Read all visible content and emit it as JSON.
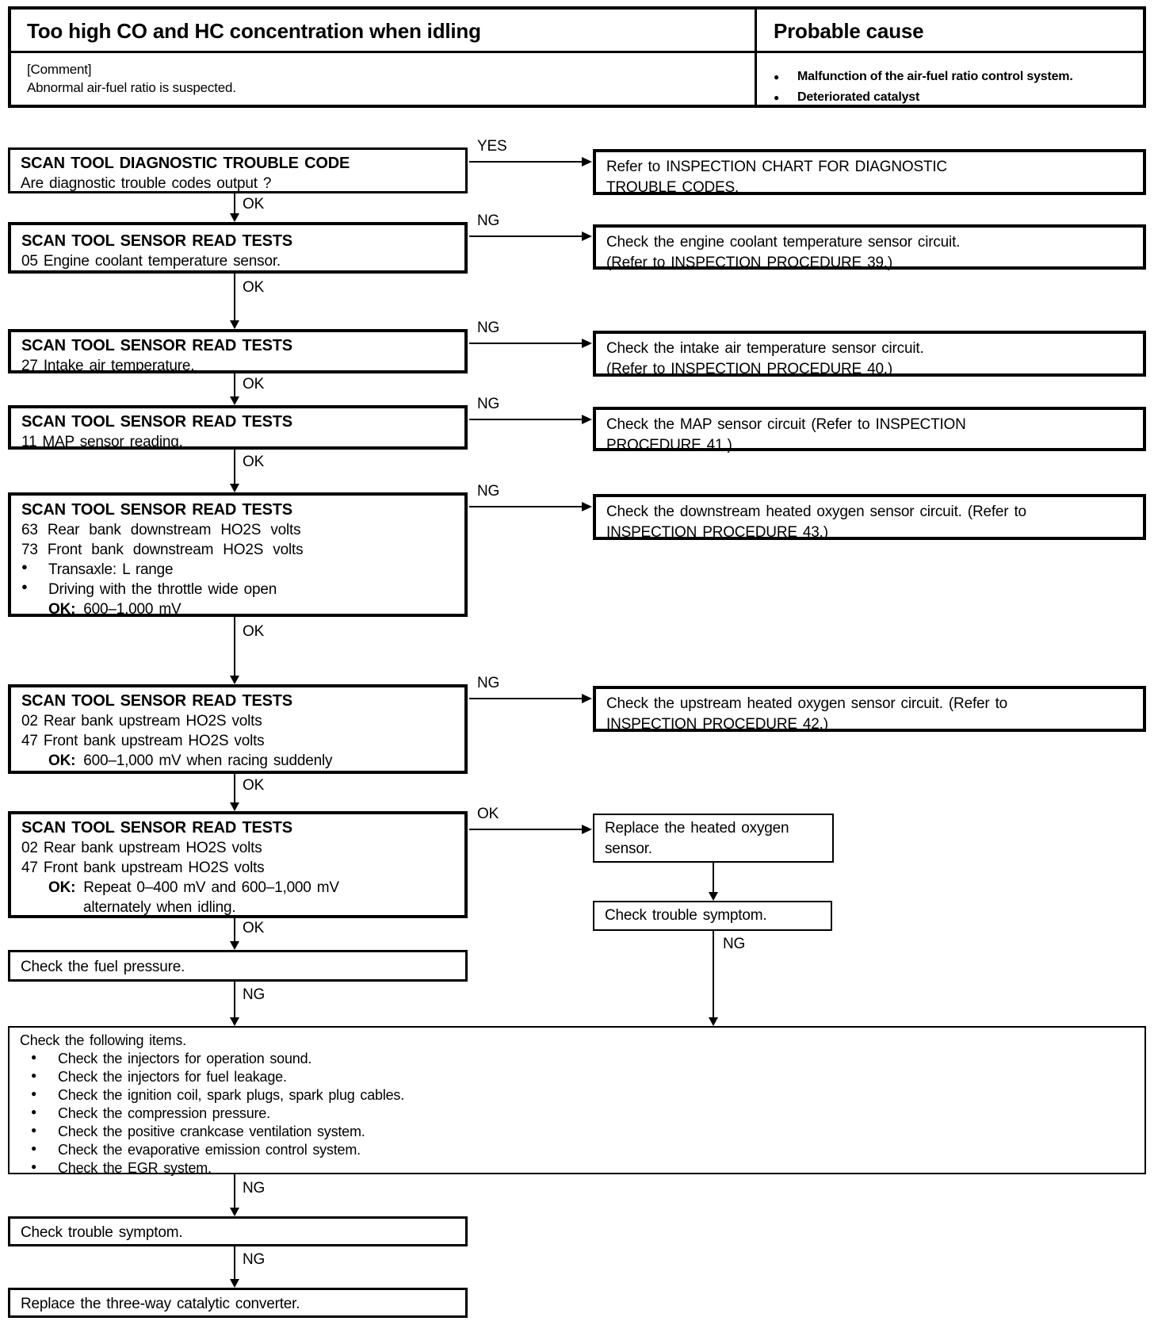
{
  "header": {
    "title": "Too high CO and HC concentration when idling",
    "probable_cause": "Probable cause",
    "comment_label": "[Comment]",
    "comment": "Abnormal air-fuel ratio is suspected.",
    "causes": [
      "Malfunction of the air-fuel ratio control system.",
      "Deteriorated catalyst"
    ]
  },
  "labels": {
    "yes": "YES",
    "ok": "OK",
    "ng": "NG"
  },
  "boxes": {
    "dtc": {
      "title": "SCAN TOOL DIAGNOSTIC TROUBLE CODE",
      "line": "Are diagnostic trouble codes output ?"
    },
    "ect": {
      "title": "SCAN TOOL SENSOR READ TESTS",
      "line": "05 Engine coolant temperature sensor."
    },
    "iat": {
      "title": "SCAN TOOL SENSOR READ TESTS",
      "line": "27 Intake air temperature."
    },
    "map": {
      "title": "SCAN TOOL SENSOR READ TESTS",
      "line": "11 MAP sensor reading."
    },
    "downstream": {
      "title": "SCAN TOOL SENSOR READ TESTS",
      "line1": "63 Rear bank downstream HO2S volts",
      "line2": "73 Front bank downstream HO2S volts",
      "bullet1": "Transaxle: L range",
      "bullet2": "Driving with the throttle wide open",
      "ok_label": "OK:",
      "ok_text": "600–1,000 mV"
    },
    "upstream_racing": {
      "title": "SCAN TOOL SENSOR READ TESTS",
      "line1": "02 Rear bank upstream HO2S volts",
      "line2": "47 Front bank upstream HO2S volts",
      "ok_label": "OK:",
      "ok_text": "600–1,000 mV when racing suddenly"
    },
    "upstream_idle": {
      "title": "SCAN TOOL SENSOR READ TESTS",
      "line1": "02 Rear bank upstream HO2S volts",
      "line2": "47 Front bank upstream HO2S volts",
      "ok_label": "OK:",
      "ok_text": "Repeat 0–400 mV and 600–1,000 mV",
      "ok_text2": "alternately when idling."
    },
    "fuel_pressure": {
      "line": "Check the fuel pressure."
    },
    "check_items": {
      "title": "Check the following items.",
      "items": [
        "Check the injectors for operation sound.",
        "Check the injectors for fuel leakage.",
        "Check the ignition coil, spark plugs, spark plug cables.",
        "Check the compression pressure.",
        "Check the positive crankcase ventilation system.",
        "Check the evaporative emission control system.",
        "Check the EGR system."
      ]
    },
    "trouble_symptom": {
      "line": "Check trouble symptom."
    },
    "replace_catalyst": {
      "line": "Replace the three-way catalytic converter."
    }
  },
  "results": {
    "dtc_chart": {
      "line1": "Refer to INSPECTION CHART FOR DIAGNOSTIC",
      "line2": "TROUBLE CODES."
    },
    "ect": {
      "line1": "Check the engine coolant temperature sensor circuit.",
      "line2": "(Refer to INSPECTION PROCEDURE 39.)"
    },
    "iat": {
      "line1": "Check the intake air temperature sensor circuit.",
      "line2": "(Refer to INSPECTION PROCEDURE 40.)"
    },
    "map": {
      "line1": "Check the MAP sensor circuit (Refer to INSPECTION",
      "line2": "PROCEDURE 41.)"
    },
    "downstream": {
      "line1": "Check the downstream heated oxygen sensor circuit. (Refer to",
      "line2": "INSPECTION PROCEDURE 43.)"
    },
    "upstream": {
      "line1": "Check the upstream heated oxygen sensor circuit. (Refer to",
      "line2": "INSPECTION PROCEDURE 42.)"
    },
    "replace_ho2s": {
      "line1": "Replace the heated oxygen",
      "line2": "sensor."
    },
    "trouble_symptom": {
      "line": "Check trouble symptom."
    }
  }
}
